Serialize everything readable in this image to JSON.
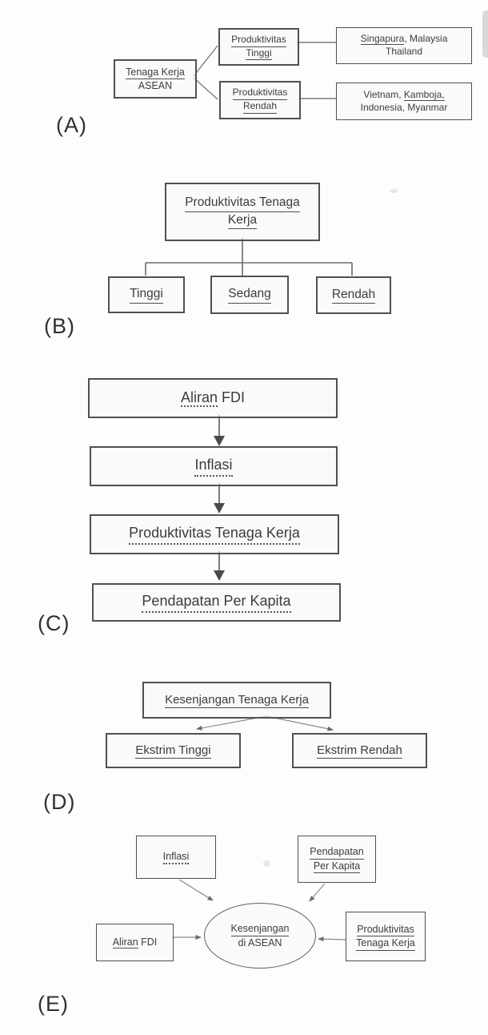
{
  "colors": {
    "ink": "#3a3a3a",
    "box_border": "#4d4d4d",
    "connector": "#6f6f6f",
    "scrollbar": "#d9d9d9"
  },
  "diagram_a": {
    "label": "(A)",
    "root": {
      "line1": "Tenaga Kerja",
      "line2": "ASEAN"
    },
    "high": {
      "line1": "Produktivitas",
      "line2": "Tinggi"
    },
    "low": {
      "line1": "Produktivitas",
      "line2": "Rendah"
    },
    "countries_high": {
      "line1_underlined": "Singapura",
      "line1_rest": ", Malaysia",
      "line2": "Thailand"
    },
    "countries_low": {
      "line1_pre": "Vietnam, ",
      "line1_underlined": "Kamboja,",
      "line2": "Indonesia, Myanmar"
    }
  },
  "diagram_b": {
    "label": "(B)",
    "root": {
      "line1": "Produktivitas Tenaga",
      "line2": "Kerja"
    },
    "children": [
      "Tinggi",
      "Sedang",
      "Rendah"
    ]
  },
  "diagram_c": {
    "label": "(C)",
    "step1_underlined": "Aliran",
    "step1_rest": " FDI",
    "step2": "Inflasi",
    "step3": "Produktivitas Tenaga Kerja",
    "step4": "Pendapatan Per Kapita"
  },
  "diagram_d": {
    "label": "(D)",
    "root": "Kesenjangan Tenaga Kerja",
    "left": "Ekstrim Tinggi",
    "right": "Ekstrim Rendah"
  },
  "diagram_e": {
    "label": "(E)",
    "inflasi": "Inflasi",
    "pendapatan": {
      "line1": "Pendapatan",
      "line2": "Per Kapita"
    },
    "aliran_underlined": "Aliran",
    "aliran_rest": " FDI",
    "produktivitas": {
      "line1": "Produktivitas",
      "line2": "Tenaga Kerja"
    },
    "center": {
      "line1": "Kesenjangan",
      "line2": "di ASEAN"
    }
  }
}
